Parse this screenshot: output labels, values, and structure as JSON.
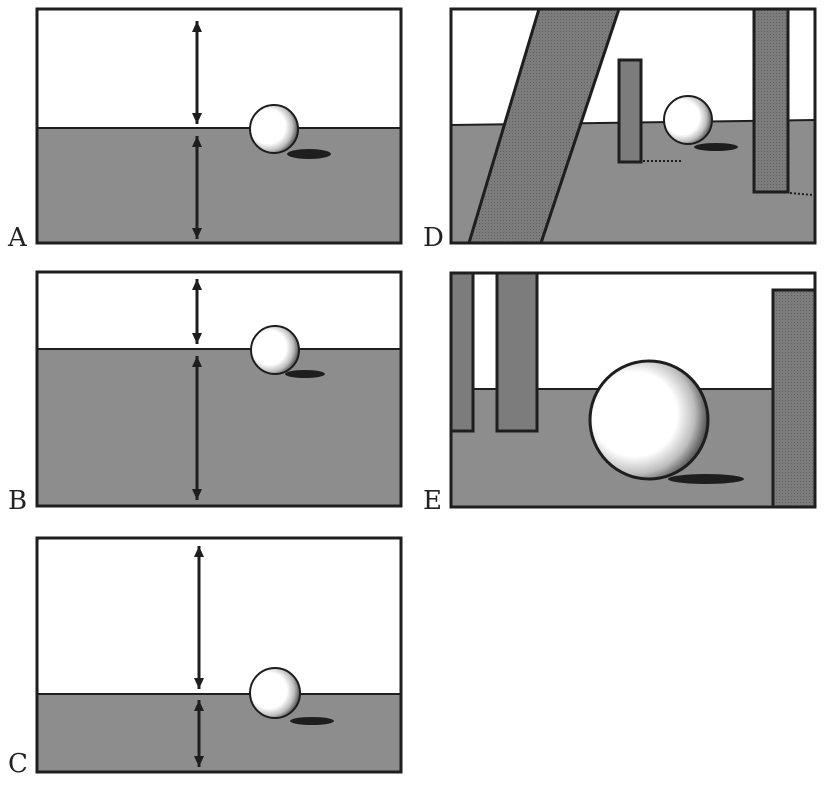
{
  "panels": [
    {
      "id": "A",
      "label": "A"
    },
    {
      "id": "B",
      "label": "B"
    },
    {
      "id": "C",
      "label": "C"
    },
    {
      "id": "D",
      "label": "D"
    },
    {
      "id": "E",
      "label": "E"
    }
  ],
  "colors": {
    "sky": "#ffffff",
    "ground": "#8d8d8d",
    "outline": "#1e1e1e",
    "shadow": "#1e1e1e",
    "pillar": "#7c7c7c",
    "ball": "#ffffff"
  }
}
